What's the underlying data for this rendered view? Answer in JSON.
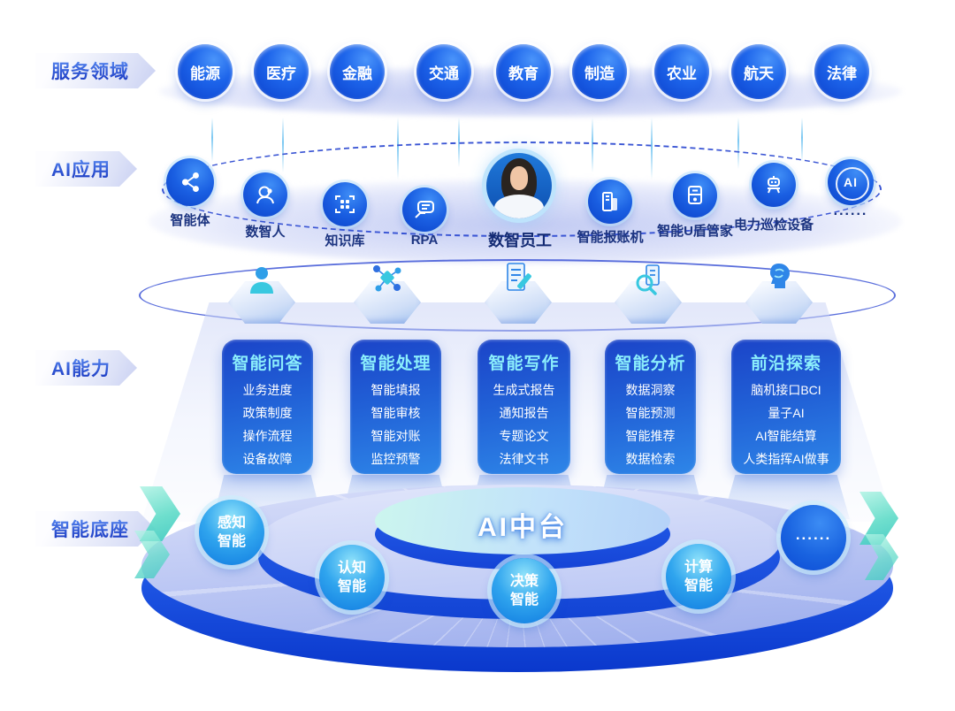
{
  "rows": {
    "service": {
      "label": "服务领域",
      "items": [
        "能源",
        "医疗",
        "金融",
        "交通",
        "教育",
        "制造",
        "农业",
        "航天",
        "法律"
      ]
    },
    "apps": {
      "label": "AI应用",
      "items": [
        "智能体",
        "数智人",
        "知识库",
        "RPA",
        "数智员工",
        "智能报账机",
        "智能U盾管家",
        "电力巡检设备"
      ],
      "ai_badge": "AI",
      "more": "......",
      "icons": [
        "agent-network-icon",
        "digital-human-icon",
        "knowledge-base-icon",
        "rpa-chat-icon",
        "digital-employee-avatar",
        "reimbursement-machine-icon",
        "ushield-icon",
        "power-inspection-robot-icon",
        "ai-badge-icon"
      ]
    },
    "capabilities": {
      "label": "AI能力",
      "icons": [
        "qa-person-icon",
        "processing-network-icon",
        "writing-doc-icon",
        "analysis-magnifier-icon",
        "frontier-brain-icon"
      ],
      "cards": [
        {
          "title": "智能问答",
          "items": [
            "业务进度",
            "政策制度",
            "操作流程",
            "设备故障"
          ]
        },
        {
          "title": "智能处理",
          "items": [
            "智能填报",
            "智能审核",
            "智能对账",
            "监控预警"
          ]
        },
        {
          "title": "智能写作",
          "items": [
            "生成式报告",
            "通知报告",
            "专题论文",
            "法律文书"
          ]
        },
        {
          "title": "智能分析",
          "items": [
            "数据洞察",
            "智能预测",
            "智能推荐",
            "数据检索"
          ]
        },
        {
          "title": "前沿探索",
          "items": [
            "脑机接口BCI",
            "量子AI",
            "AI智能结算",
            "人类指挥AI做事"
          ]
        }
      ]
    },
    "base": {
      "label": "智能底座",
      "platform": "AI中台",
      "nodes": [
        "感知智能",
        "认知智能",
        "决策智能",
        "计算智能"
      ],
      "more": "......"
    }
  },
  "colors": {
    "primary_blue": "#0a41c8",
    "card_blue_top": "#1b44c8",
    "card_blue_bottom": "#2e86e8",
    "card_title_cyan": "#8beefc",
    "node_cyan": "#30a5ee",
    "lavender_surface": "#b3c0f2",
    "teal_accent": "#3cc8c0",
    "label_navy": "#1c3480"
  }
}
